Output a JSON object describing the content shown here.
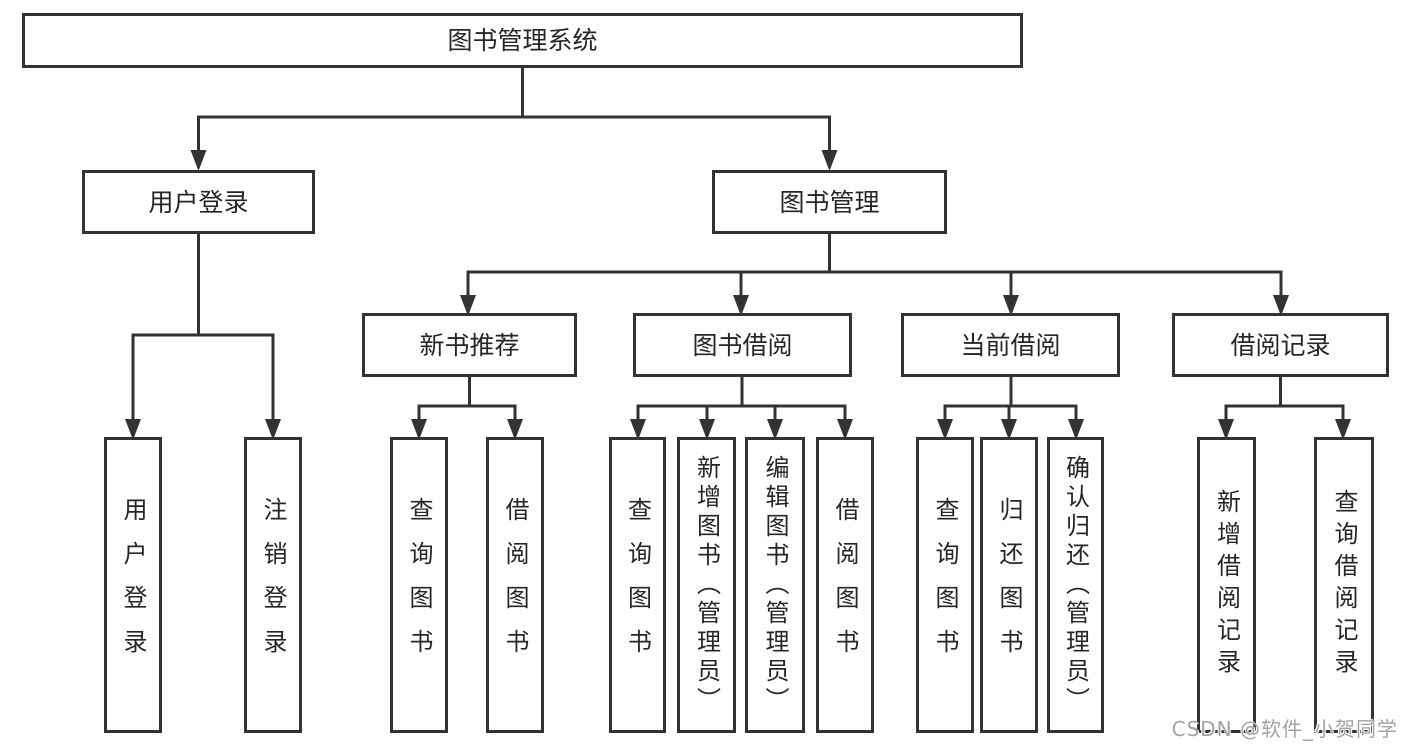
{
  "watermark": "CSDN @软件_小贺同学",
  "colors": {
    "line": "#333333",
    "border": "#333333",
    "text": "#262626",
    "background": "#ffffff",
    "watermark": "#a3a3a3"
  },
  "tree": {
    "label": "图书管理系统",
    "children": [
      {
        "label": "用户登录",
        "children": [
          {
            "label": "用户登录"
          },
          {
            "label": "注销登录"
          }
        ]
      },
      {
        "label": "图书管理",
        "children": [
          {
            "label": "新书推荐",
            "children": [
              {
                "label": "查询图书"
              },
              {
                "label": "借阅图书"
              }
            ]
          },
          {
            "label": "图书借阅",
            "children": [
              {
                "label": "查询图书"
              },
              {
                "label": "新增图书（管理员）"
              },
              {
                "label": "编辑图书（管理员）"
              },
              {
                "label": "借阅图书"
              }
            ]
          },
          {
            "label": "当前借阅",
            "children": [
              {
                "label": "查询图书"
              },
              {
                "label": "归还图书"
              },
              {
                "label": "确认归还（管理员）"
              }
            ]
          },
          {
            "label": "借阅记录",
            "children": [
              {
                "label": "新增借阅记录"
              },
              {
                "label": "查询借阅记录"
              }
            ]
          }
        ]
      }
    ]
  }
}
